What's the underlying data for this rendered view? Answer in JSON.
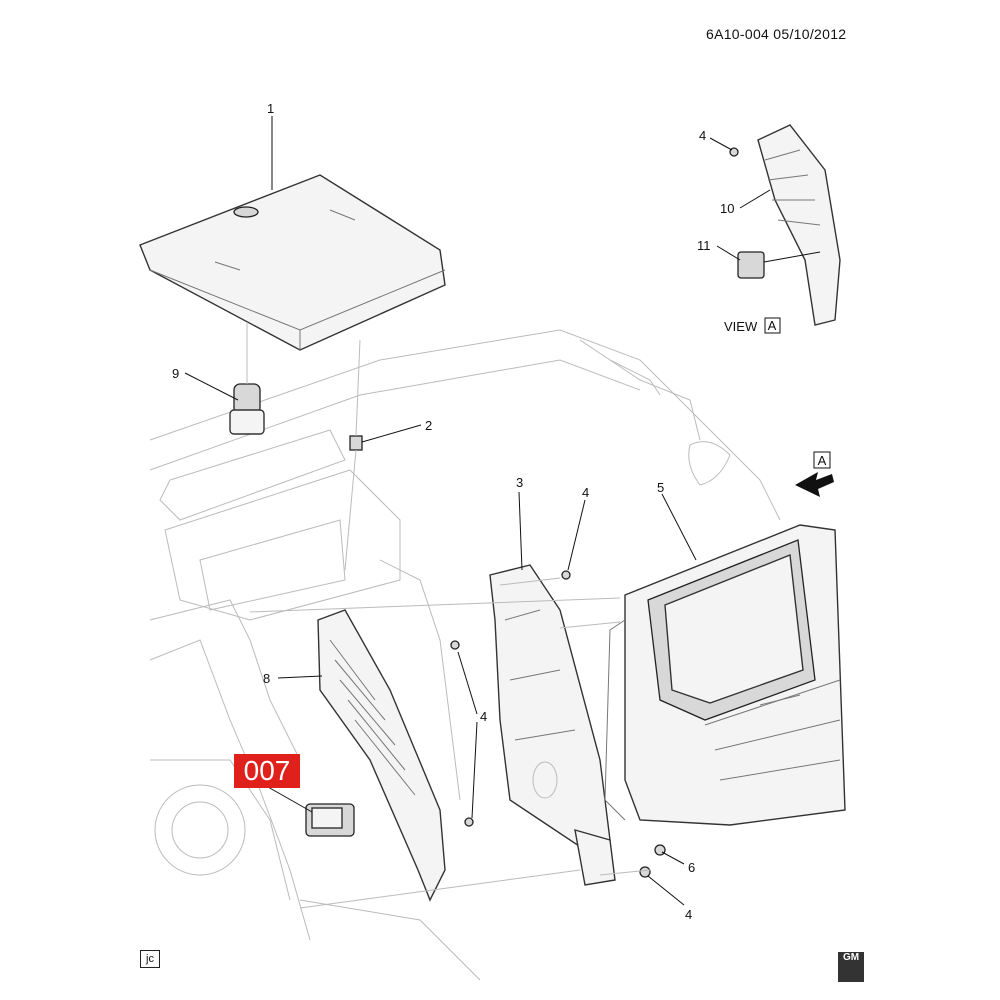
{
  "header": {
    "doc_ref": "6A10-004 05/10/2012"
  },
  "callouts": {
    "c1": "1",
    "c2": "2",
    "c3": "3",
    "c4a": "4",
    "c4b": "4",
    "c4c": "4",
    "c4d": "4",
    "c4e": "4",
    "c5": "5",
    "c6": "6",
    "c8": "8",
    "c9": "9",
    "c10": "10",
    "c11": "11"
  },
  "view": {
    "label": "VIEW",
    "letter": "A",
    "arrow_letter": "A"
  },
  "badge": {
    "text": "007",
    "color": "#e0201a"
  },
  "footer": {
    "initials": "jc",
    "logo_text": "GM"
  }
}
